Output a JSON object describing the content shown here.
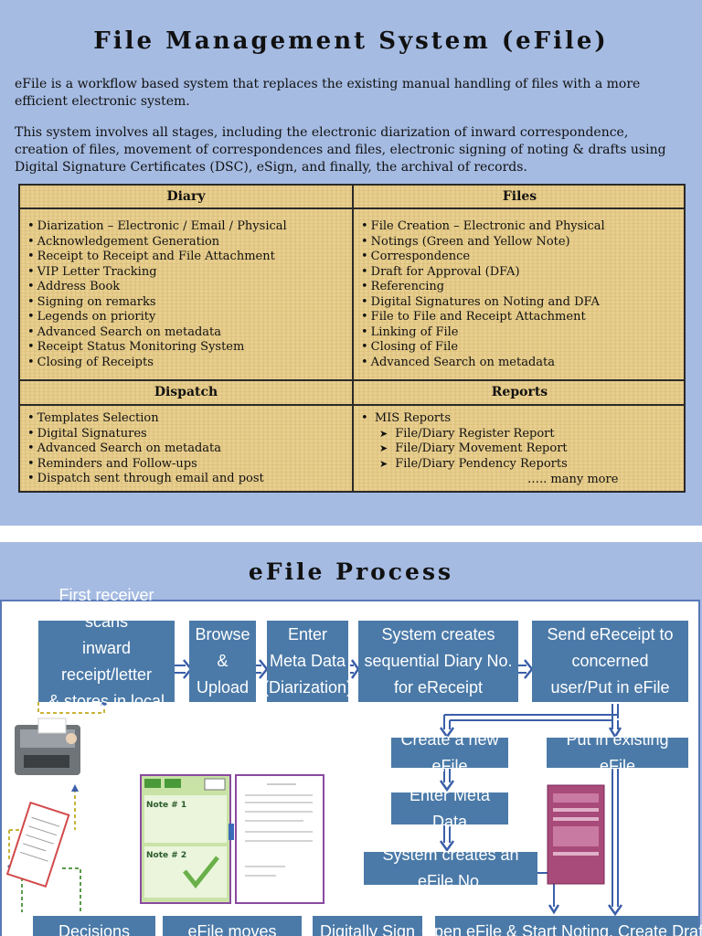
{
  "slide1": {
    "title": "File Management System (eFile)",
    "para1": "eFile is a workflow based system that replaces the existing manual handling of files with a more efficient electronic system.",
    "para2": "This system involves all stages, including the electronic diarization of inward correspondence, creation of files, movement of correspondences and files, electronic signing of noting & drafts using Digital Signature Certificates (DSC), eSign, and finally, the archival of records.",
    "table": {
      "diary": {
        "header": "Diary",
        "items": [
          "Diarization – Electronic / Email / Physical",
          "Acknowledgement Generation",
          "Receipt to Receipt and File Attachment",
          "VIP Letter Tracking",
          "Address Book",
          "Signing on remarks",
          "Legends on priority",
          "Advanced Search on metadata",
          "Receipt Status Monitoring System",
          "Closing of Receipts"
        ]
      },
      "files": {
        "header": "Files",
        "items": [
          "File Creation – Electronic and Physical",
          "Notings (Green and Yellow Note)",
          "Correspondence",
          "Draft for Approval (DFA)",
          "Referencing",
          "Digital Signatures on Noting and DFA",
          "File to File and Receipt Attachment",
          "Linking of File",
          "Closing of File",
          "Advanced Search on metadata"
        ]
      },
      "dispatch": {
        "header": "Dispatch",
        "items": [
          "Templates Selection",
          "Digital Signatures",
          "Advanced Search on metadata",
          "Reminders and Follow-ups",
          "Dispatch sent through email and post"
        ]
      },
      "reports": {
        "header": "Reports",
        "item": "MIS Reports",
        "subitems": [
          "File/Diary Register Report",
          "File/Diary Movement Report",
          "File/Diary Pendency Reports"
        ],
        "more": "….. many more"
      }
    }
  },
  "slide2": {
    "title": "eFile Process",
    "boxes": {
      "scan": [
        "First receiver scans",
        "inward receipt/letter",
        "& stores in local client"
      ],
      "browse": [
        "Browse",
        "&",
        "Upload"
      ],
      "meta": [
        "Enter",
        "Meta Data",
        "(Diarization)"
      ],
      "diary": [
        "System creates",
        "sequential Diary No.",
        "for eReceipt"
      ],
      "send": [
        "Send eReceipt to",
        "concerned",
        "user/Put in eFile"
      ],
      "create": "Create a new eFile",
      "existing": "Put in existing eFile",
      "enter_meta": "Enter Meta Data",
      "file_no": "System creates an eFile No.",
      "decisions": "Decisions recorded",
      "moves": "eFile moves through",
      "sign": "Digitally Sign",
      "open": "Open eFile & Start Noting, Create Draft/"
    },
    "thumb": {
      "note1": "Note # 1",
      "note2": "Note # 2"
    }
  }
}
